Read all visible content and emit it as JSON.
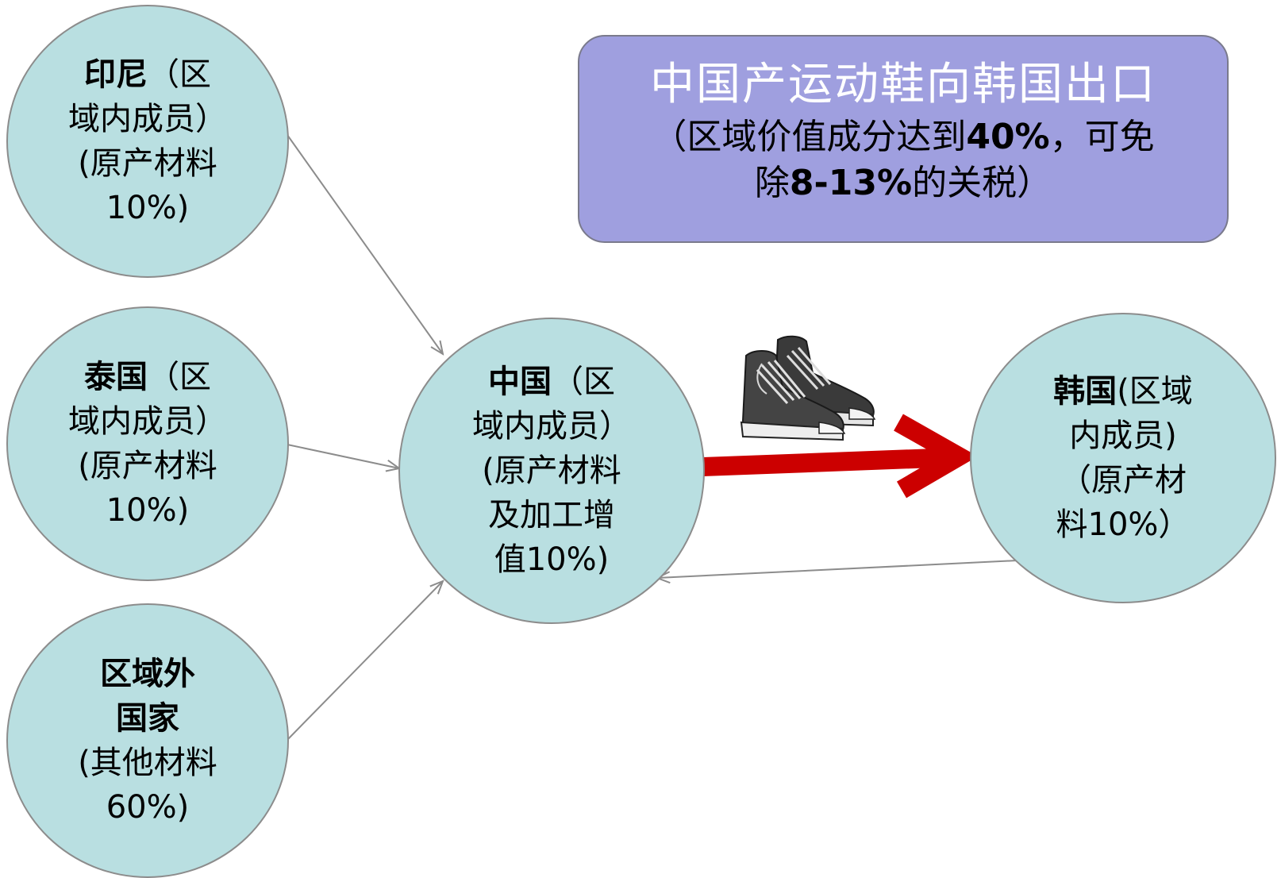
{
  "nodes": {
    "indonesia": {
      "name": "印尼",
      "line1_rest": "（区",
      "line2": "域内成员）",
      "line3": "(原产材料",
      "line4": "10%)"
    },
    "thailand": {
      "name": "泰国",
      "line1_rest": "（区",
      "line2": "域内成员）",
      "line3": "(原产材料",
      "line4": "10%)"
    },
    "outside": {
      "line1": "区域外",
      "line2": "国家",
      "line3": "(其他材料",
      "line4": "60%)"
    },
    "china": {
      "name": "中国",
      "line1_rest": "（区",
      "line2": "域内成员）",
      "line3": "(原产材料",
      "line4": "及加工增",
      "line5": "值10%)"
    },
    "korea": {
      "name": "韩国",
      "line1_rest": "(区域",
      "line2": "内成员)",
      "line3": "（原产材",
      "line4": "料10%）"
    }
  },
  "callout": {
    "title": "中国产运动鞋向韩国出口",
    "detail_a": "（区域价值成分达到",
    "detail_b": "40%",
    "detail_c": "，可免",
    "detail_d": "除",
    "detail_e": "8-13%",
    "detail_f": "的关税）"
  },
  "colors": {
    "circle_fill": "#b9dfe1",
    "callout_fill": "#9f9fdf",
    "export_arrow": "#cc0000",
    "flow_line": "#8c8c8c"
  },
  "icons": {
    "shoes": "sneakers-icon"
  }
}
